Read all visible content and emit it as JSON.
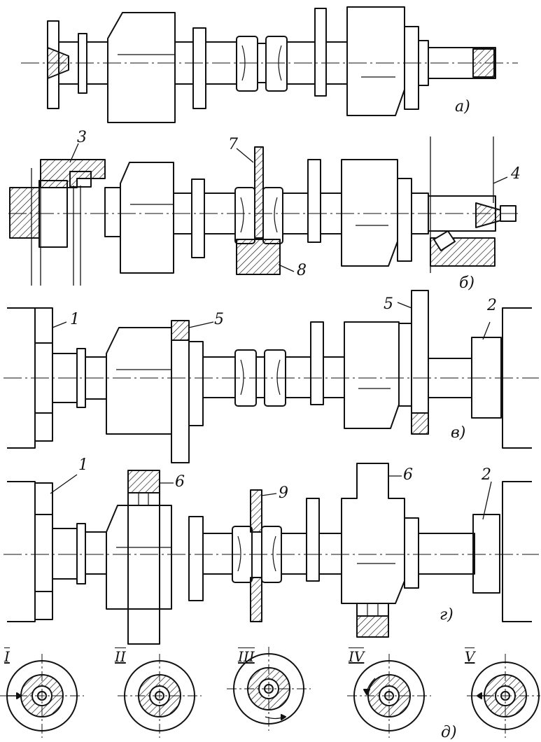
{
  "views": [
    {
      "key": "a",
      "label": "а)"
    },
    {
      "key": "b",
      "label": "б)"
    },
    {
      "key": "v",
      "label": "в)"
    },
    {
      "key": "g",
      "label": "г)"
    },
    {
      "key": "d",
      "label": "д)"
    }
  ],
  "callouts": [
    "1",
    "2",
    "3",
    "4",
    "5",
    "6",
    "7",
    "8",
    "9"
  ],
  "positions": [
    "I",
    "II",
    "III",
    "IV",
    "V"
  ],
  "colors": {
    "line": "#111111",
    "background": "#ffffff"
  }
}
